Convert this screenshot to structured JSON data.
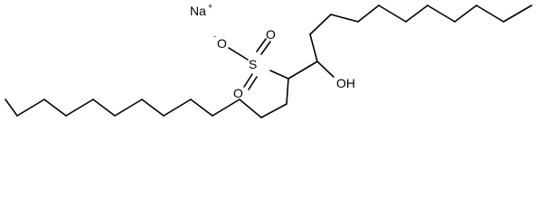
{
  "structure": {
    "counter_ion": {
      "symbol": "Na",
      "charge": "+"
    },
    "sulfonate": {
      "sulfur": "S",
      "oxygen_top": "O",
      "oxygen_bottom": "O",
      "oxygen_anion": "O",
      "anion_charge": "-"
    },
    "hydroxyl": "OH"
  },
  "colors": {
    "ink": "#000000",
    "background": "#ffffff"
  }
}
